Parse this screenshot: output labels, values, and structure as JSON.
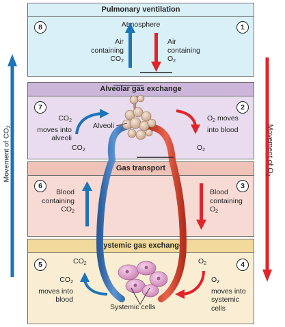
{
  "colors": {
    "pulmonary_bg": "#d9f0f7",
    "alveolar_bg": "#e8dcee",
    "alveolar_hdr": "#cbb6d9",
    "transport_bg": "#f7dad4",
    "transport_hdr": "#efc3b8",
    "systemic_bg": "#f9eed3",
    "systemic_hdr": "#f1da9c",
    "co2_arrow": "#1e74b8",
    "o2_arrow": "#e2232a",
    "vein": "#3e79bd",
    "artery": "#d8412f"
  },
  "side_labels": {
    "left": {
      "main": "Movement of CO",
      "sub": "2"
    },
    "right": {
      "main": "Movement of O",
      "sub": "2"
    }
  },
  "panels": {
    "pulmonary": {
      "title": "Pulmonary ventilation",
      "step_left": "8",
      "step_right": "1",
      "atmosphere": "Atmosphere",
      "left_l1": "Air",
      "left_l2": "containing",
      "left_l3": "CO",
      "left_l3_sub": "2",
      "right_l1": "Air",
      "right_l2": "containing",
      "right_l3": "O",
      "right_l3_sub": "2"
    },
    "alveolar": {
      "title": "Alveolar gas exchange",
      "step_left": "7",
      "step_right": "2",
      "left_l1": "CO",
      "left_l1_sub": "2",
      "left_l2": "moves into",
      "left_l3": "alveoli",
      "alveoli_label": "Alveoli",
      "co2_small": "CO",
      "co2_small_sub": "2",
      "right_l1": "O",
      "right_l1_sub": "2",
      "right_l1_rest": " moves",
      "right_l2": "into blood",
      "o2_small": "O",
      "o2_small_sub": "2"
    },
    "transport": {
      "title": "Gas transport",
      "step_left": "6",
      "step_right": "3",
      "left_l1": "Blood",
      "left_l2": "containing",
      "left_l3": "CO",
      "left_l3_sub": "2",
      "right_l1": "Blood",
      "right_l2": "containing",
      "right_l3": "O",
      "right_l3_sub": "2"
    },
    "systemic": {
      "title": "Systemic gas exchange",
      "step_left": "5",
      "step_right": "4",
      "co2_small": "CO",
      "co2_small_sub": "2",
      "o2_small": "O",
      "o2_small_sub": "2",
      "left_l1": "CO",
      "left_l1_sub": "2",
      "left_l2": "moves into",
      "left_l3": "blood",
      "right_l1": "O",
      "right_l1_sub": "2",
      "right_l2": "moves into",
      "right_l3": "systemic",
      "right_l4": "cells",
      "cells_label": "Systemic cells"
    }
  }
}
